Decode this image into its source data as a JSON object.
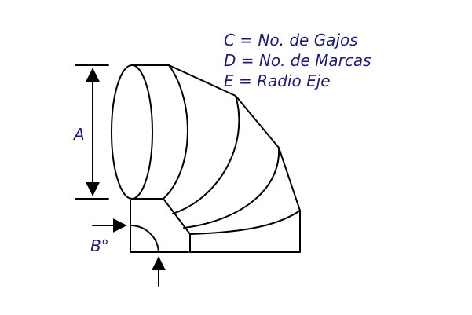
{
  "legend": {
    "line_c": "C = No. de Gajos",
    "line_d": "D = No. de Marcas",
    "line_e": "E = Radio Eje"
  },
  "dimensions": {
    "a_label": "A",
    "b_label": "B°"
  },
  "colors": {
    "text": "#1a1a7a",
    "stroke": "#000000",
    "background": "#ffffff"
  }
}
